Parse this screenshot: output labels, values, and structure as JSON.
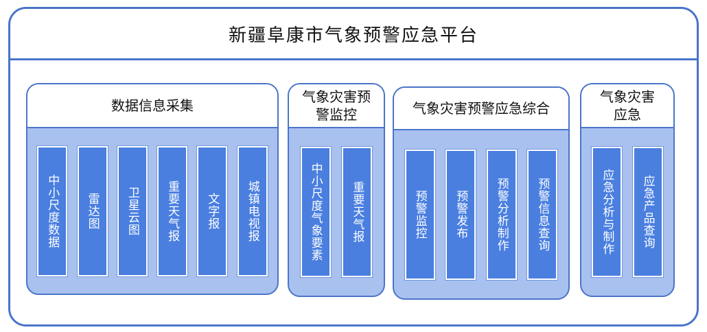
{
  "title": "新疆阜康市气象预警应急平台",
  "modules": [
    {
      "header_lines": [
        "数据信息采集"
      ],
      "items": [
        "中小尺度数据",
        "雷达图",
        "卫星云图",
        "重要天气报",
        "文字报",
        "城镇电视报"
      ]
    },
    {
      "header_lines": [
        "气象灾害预",
        "警监控"
      ],
      "items": [
        "中小尺度气象要素",
        "重要天气报"
      ]
    },
    {
      "header_lines": [
        "气象灾害预警应急综合"
      ],
      "items": [
        "预警监控",
        "预警发布",
        "预警分析制作",
        "预警信息查询"
      ]
    },
    {
      "header_lines": [
        "气象灾害",
        "应急"
      ],
      "items": [
        "应急分析与制作",
        "应急产品查询"
      ]
    }
  ],
  "colors": {
    "frame_border": "#4a74c9",
    "module_fill": "#a9c1ef",
    "item_fill": "#4a7fe0",
    "item_text": "#ffffff"
  }
}
